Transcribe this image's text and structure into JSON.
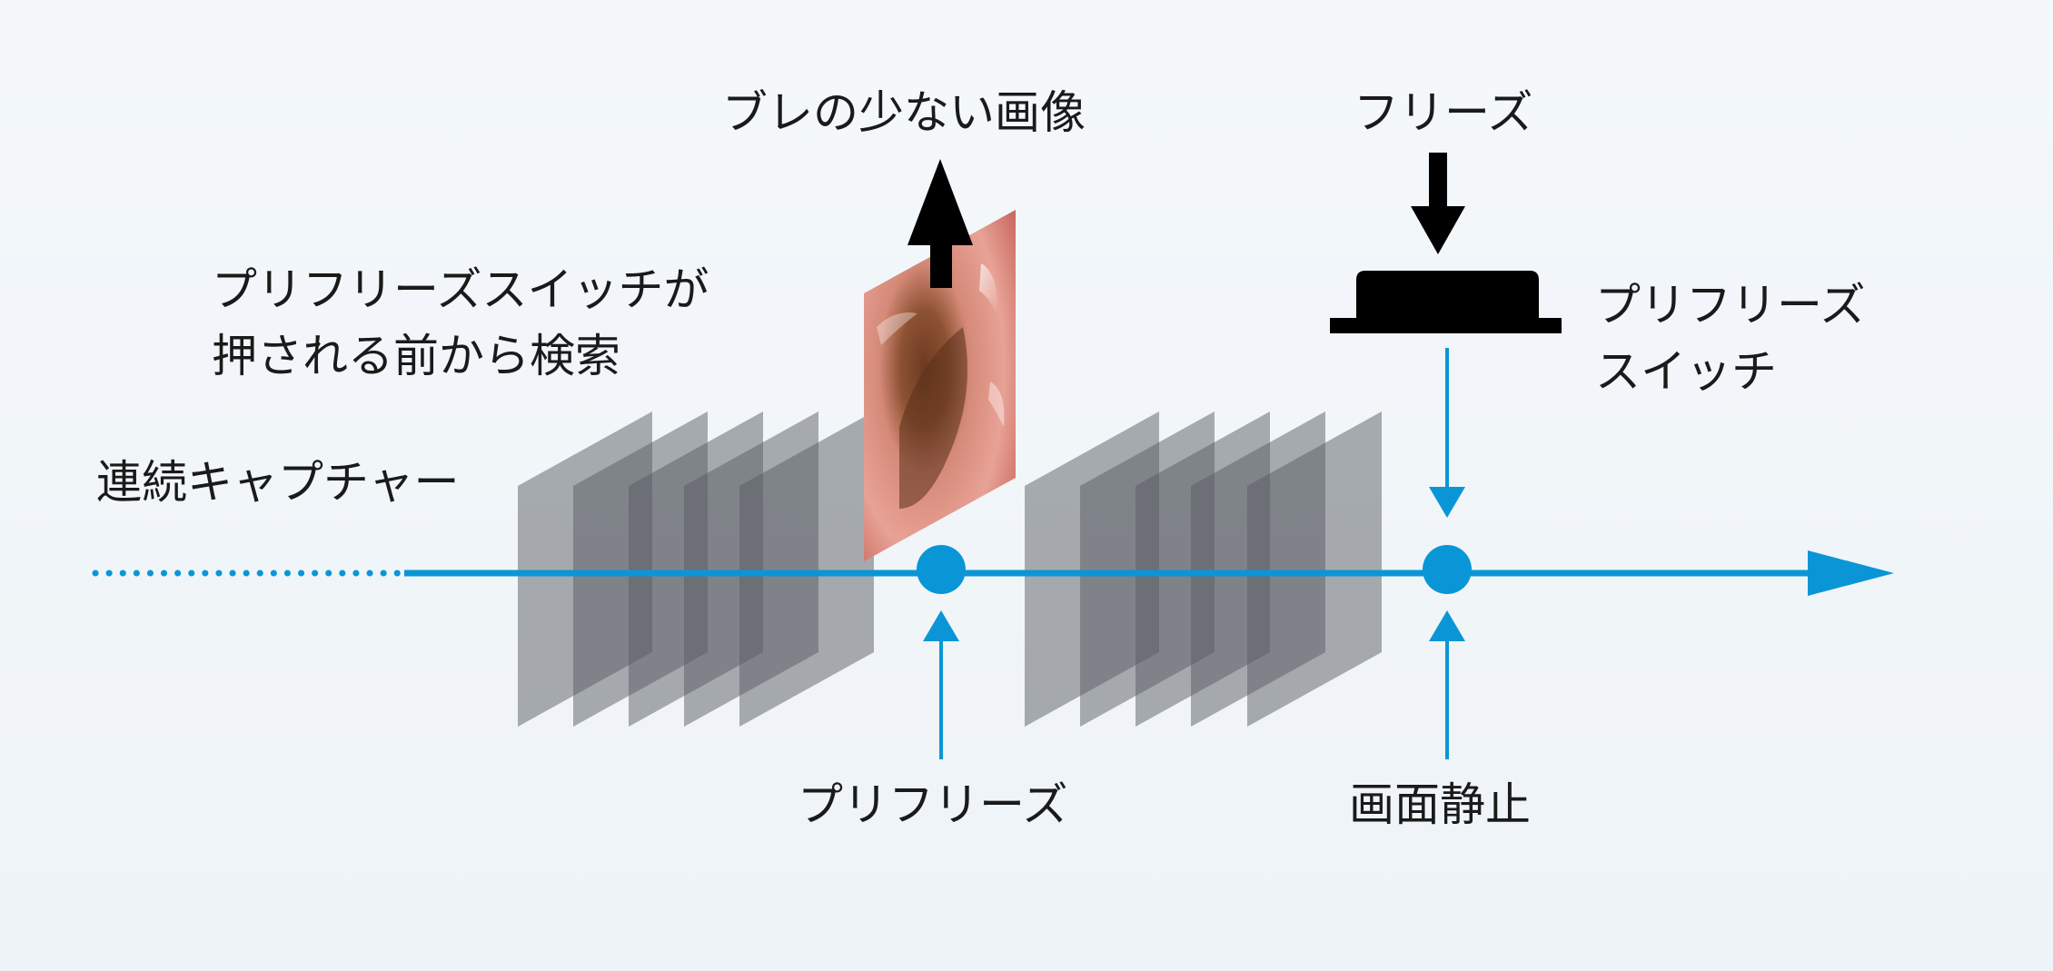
{
  "labels": {
    "low_blur_image": "ブレの少ない画像",
    "freeze": "フリーズ",
    "search_line1": "プリフリーズスイッチが",
    "search_line2": "押される前から検索",
    "switch_line1": "プリフリーズ",
    "switch_line2": "スイッチ",
    "continuous_capture": "連続キャプチャー",
    "prefreeze": "プリフリーズ",
    "screen_still": "画面静止"
  },
  "colors": {
    "timeline": "#0a96d6",
    "frame": "#5a5e63",
    "arrow_black": "#000000",
    "text": "#1a1a1a"
  },
  "icons": {
    "freeze_switch": "push-button-icon",
    "selected_frame": "endoscope-image-icon"
  }
}
